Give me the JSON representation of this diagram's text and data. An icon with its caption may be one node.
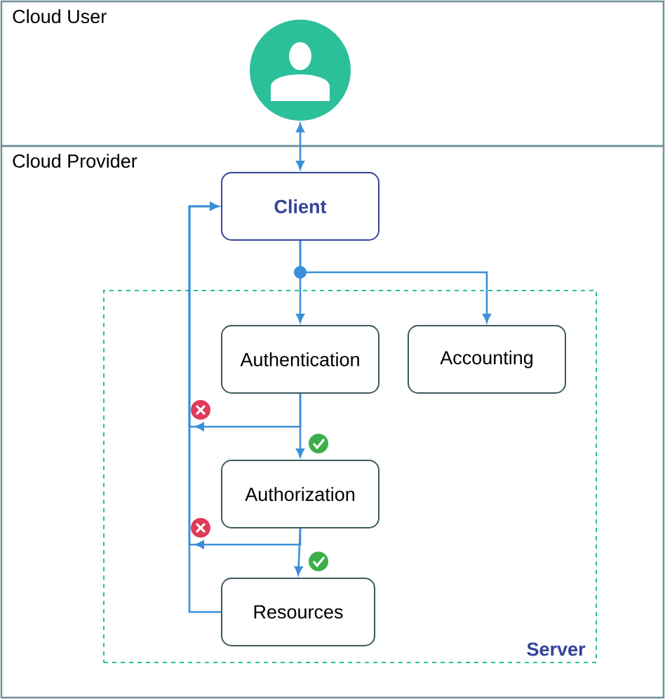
{
  "diagram": {
    "nodes": [
      {
        "text": [
          "Cloud User"
        ]
      },
      {
        "text": [
          "Cloud Provider"
        ]
      },
      {
        "text": [],
        "shape": "person",
        "in": 0
      },
      {
        "text": [
          "Client"
        ],
        "in": 1
      },
      {
        "text": [
          "Server"
        ],
        "in": 1
      },
      {
        "text": [
          "Authentication"
        ],
        "in": 4
      },
      {
        "text": [
          "Accounting"
        ],
        "in": 4
      },
      {
        "text": [
          "Authorization"
        ],
        "in": 4
      },
      {
        "text": [
          "Resources"
        ],
        "in": 4
      }
    ],
    "edges": [
      {
        "from": 2,
        "to": 3,
        "arrow": "both"
      },
      {
        "from": 3,
        "to": 5,
        "arrow": "to"
      },
      {
        "from": 3,
        "to": 6,
        "arrow": "to"
      },
      {
        "from": 5,
        "to": 7,
        "arrow": "to"
      },
      {
        "from": 5,
        "to": 3,
        "arrow": "to"
      },
      {
        "from": 7,
        "to": 8,
        "arrow": "to"
      },
      {
        "from": 7,
        "to": 3,
        "arrow": "to"
      },
      {
        "from": 8,
        "to": 3,
        "arrow": "to"
      }
    ]
  }
}
